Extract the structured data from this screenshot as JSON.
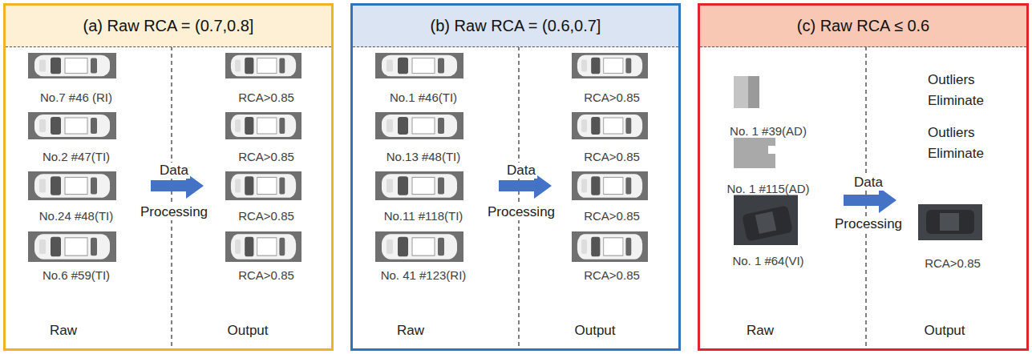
{
  "diagram": {
    "nodes": [
      {
        "text": [
          "(a) Raw RCA = (0.7,0.8]"
        ]
      },
      {
        "text": [
          "(b) Raw RCA = (0.6,0.7]"
        ]
      },
      {
        "text": [
          "(c) Raw RCA ≤ 0.6"
        ]
      }
    ],
    "labels": [
      "No.7 #46 (RI)",
      "No.2 #47(TI)",
      "No.24 #48(TI)",
      "No.6 #59(TI)",
      "Data",
      "Processing",
      "RCA>0.85",
      "RCA>0.85",
      "RCA>0.85",
      "RCA>0.85",
      "Raw",
      "Output",
      "No.1 #46(TI)",
      "No.13 #48(TI)",
      "No.11 #118(TI)",
      "No. 41 #123(RI)",
      "Data",
      "Processing",
      "RCA>0.85",
      "RCA>0.85",
      "RCA>0.85",
      "RCA>0.85",
      "Raw",
      "Output",
      "No. 1 #39(AD)",
      "No. 1 #115(AD)",
      "No. 1 #64(VI)",
      "Data",
      "Processing",
      "Outliers Eliminate",
      "Outliers Eliminate",
      "RCA>0.85",
      "Raw",
      "Output"
    ]
  }
}
